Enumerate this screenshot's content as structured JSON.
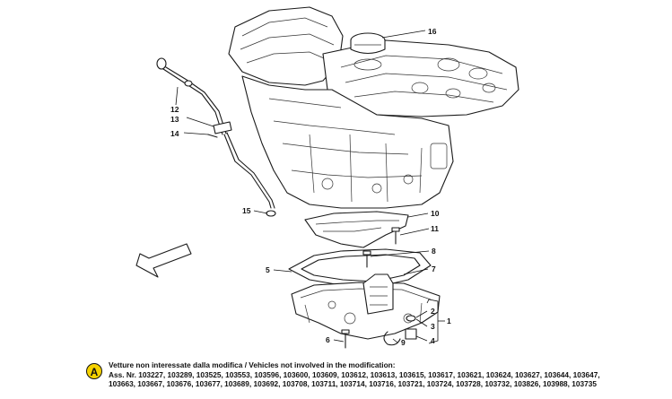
{
  "callouts": {
    "c1": "1",
    "c2": "2",
    "c3": "3",
    "c4": "4",
    "c5": "5",
    "c6": "6",
    "c7": "7",
    "c8": "8",
    "c9": "9",
    "c10": "10",
    "c11": "11",
    "c12": "12",
    "c13": "13",
    "c14": "14",
    "c15": "15",
    "c16": "16"
  },
  "note": {
    "badge": "A",
    "line1": "Vetture non interessate dalla modifica / Vehicles not involved in the modification:",
    "line2": "Ass. Nr. 103227, 103289, 103525, 103553, 103596, 103600, 103609, 103612, 103613, 103615, 103617, 103621, 103624, 103627, 103644, 103647,",
    "line3": "103663, 103667, 103676, 103677, 103689, 103692, 103708, 103711, 103714, 103716, 103721, 103724, 103728, 103732, 103826, 103988, 103735"
  },
  "colors": {
    "badge_fill": "#f6d200",
    "line": "#1a1a1a"
  },
  "icons": {
    "arrow": "direction-arrow-icon"
  }
}
